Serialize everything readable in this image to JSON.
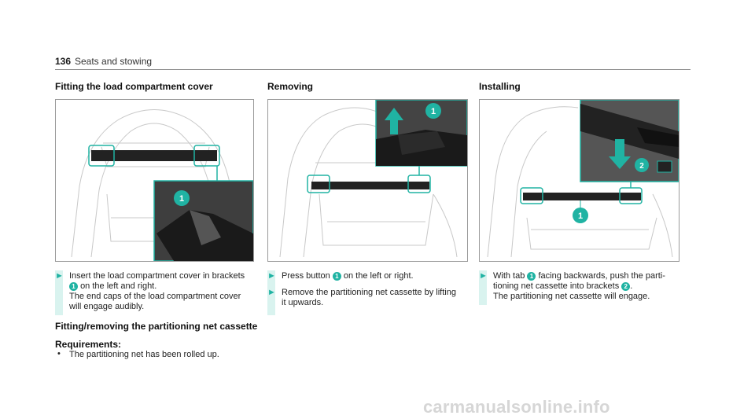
{
  "header": {
    "page_number": "136",
    "section": "Seats and stowing"
  },
  "col1": {
    "heading": "Fitting the load compartment cover",
    "callout": "1",
    "step1": {
      "line1": "Insert the load compartment cover in brackets",
      "line2_badge": "1",
      "line2": "on the left and right.",
      "line3": "The end caps of the load compartment cover",
      "line4": "will engage audibly."
    },
    "subheading": "Fitting/removing the partitioning net cassette",
    "requirements_label": "Requirements:",
    "requirement": "The partitioning net has been rolled up."
  },
  "col2": {
    "heading": "Removing",
    "callout": "1",
    "step1": {
      "pre": "Press button",
      "badge": "1",
      "post": "on the left or right."
    },
    "step2": {
      "line1": "Remove the partitioning net cassette by lifting",
      "line2": "it upwards."
    }
  },
  "col3": {
    "heading": "Installing",
    "callout1": "1",
    "callout2": "2",
    "step1": {
      "pre": "With tab",
      "badge1": "1",
      "mid": "facing backwards, push the parti-",
      "line2_pre": "tioning net cassette into brackets",
      "badge2": "2",
      "line2_post": ".",
      "line3": "The partitioning net cassette will engage."
    }
  },
  "watermark": "carmanualsonline.info",
  "colors": {
    "accent": "#20b3a3",
    "step_bg": "#d9f3ef",
    "rule": "#8a8a8a"
  }
}
